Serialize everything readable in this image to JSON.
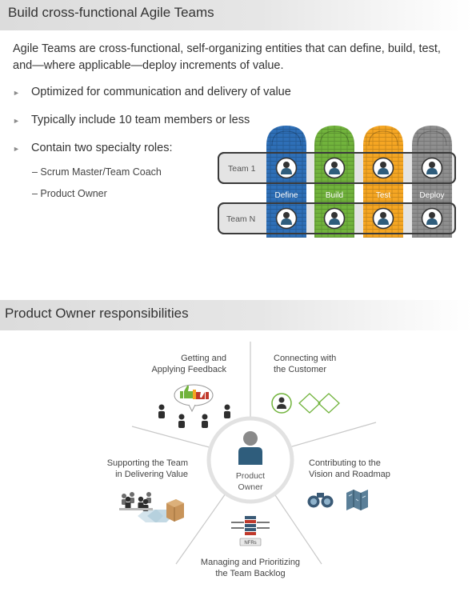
{
  "section1": {
    "title": "Build cross-functional Agile Teams",
    "intro": "Agile Teams are cross-functional, self-organizing entities that can define, build, test, and—where applicable—deploy increments of value.",
    "bullets": [
      "Optimized for communication and delivery of value",
      "Typically include 10 team members or less",
      "Contain two specialty roles:"
    ],
    "roles": [
      "–  Scrum Master/Team Coach",
      "–  Product Owner"
    ],
    "diagram": {
      "team1_label": "Team 1",
      "teamN_label": "Team N",
      "columns": [
        {
          "label": "Define",
          "color": "#2e6fb7"
        },
        {
          "label": "Build",
          "color": "#71b33c"
        },
        {
          "label": "Test",
          "color": "#f5a623"
        },
        {
          "label": "Deploy",
          "color": "#8f8f8f"
        }
      ]
    }
  },
  "section2": {
    "title": "Product Owner responsibilities",
    "center_line1": "Product",
    "center_line2": "Owner",
    "feedback": [
      "Getting and",
      "Applying Feedback"
    ],
    "customer": [
      "Connecting with",
      "the Customer"
    ],
    "supporting": [
      "Supporting the Team",
      "in Delivering Value"
    ],
    "contributing": [
      "Contributing to the",
      "Vision and Roadmap"
    ],
    "managing": [
      "Managing and Prioritizing",
      "the Team Backlog"
    ],
    "nfr_label": "NFRs"
  }
}
